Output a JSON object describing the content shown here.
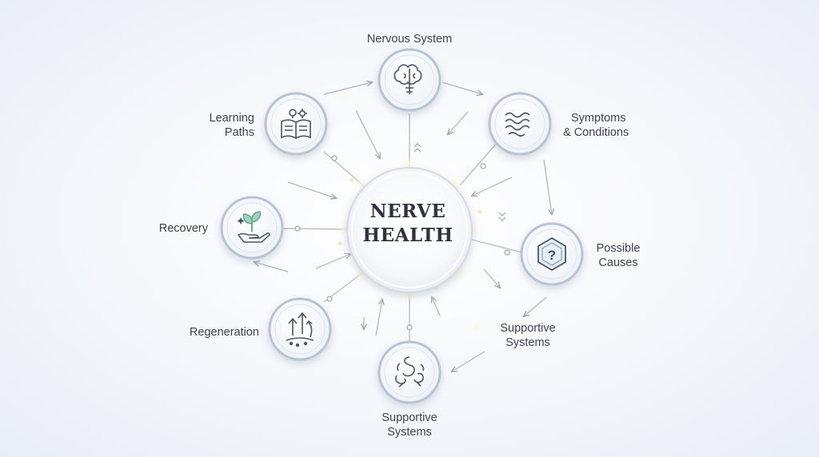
{
  "center": {
    "title_line1": "NERVE",
    "title_line2": "HEALTH"
  },
  "nodes": [
    {
      "id": "nervous-system",
      "line1": "Nervous System",
      "line2": "",
      "icon": "brain-icon"
    },
    {
      "id": "symptoms",
      "line1": "Symptoms",
      "line2": "& Conditions",
      "icon": "waves-icon"
    },
    {
      "id": "possible-causes",
      "line1": "Possible",
      "line2": "Causes",
      "icon": "question-hexagon-icon"
    },
    {
      "id": "supportive-systems",
      "line1": "Supportive",
      "line2": "Systems",
      "icon": "digestive-system-icon"
    },
    {
      "id": "regeneration",
      "line1": "Regeneration",
      "line2": "",
      "icon": "growth-arrows-icon"
    },
    {
      "id": "recovery",
      "line1": "Recovery",
      "line2": "",
      "icon": "sprout-hand-icon"
    },
    {
      "id": "learning-paths",
      "line1": "Learning",
      "line2": "Paths",
      "icon": "open-book-icon"
    }
  ],
  "floating_label": {
    "line1": "Supportive",
    "line2": "Systems"
  },
  "colors": {
    "ring": "#b9c3d2",
    "line": "#aeb8c6",
    "glow": "#fff3d6",
    "icon": "#4a5566",
    "accent_green": "#5ea68a",
    "accent_blue": "#7fa3c4"
  }
}
